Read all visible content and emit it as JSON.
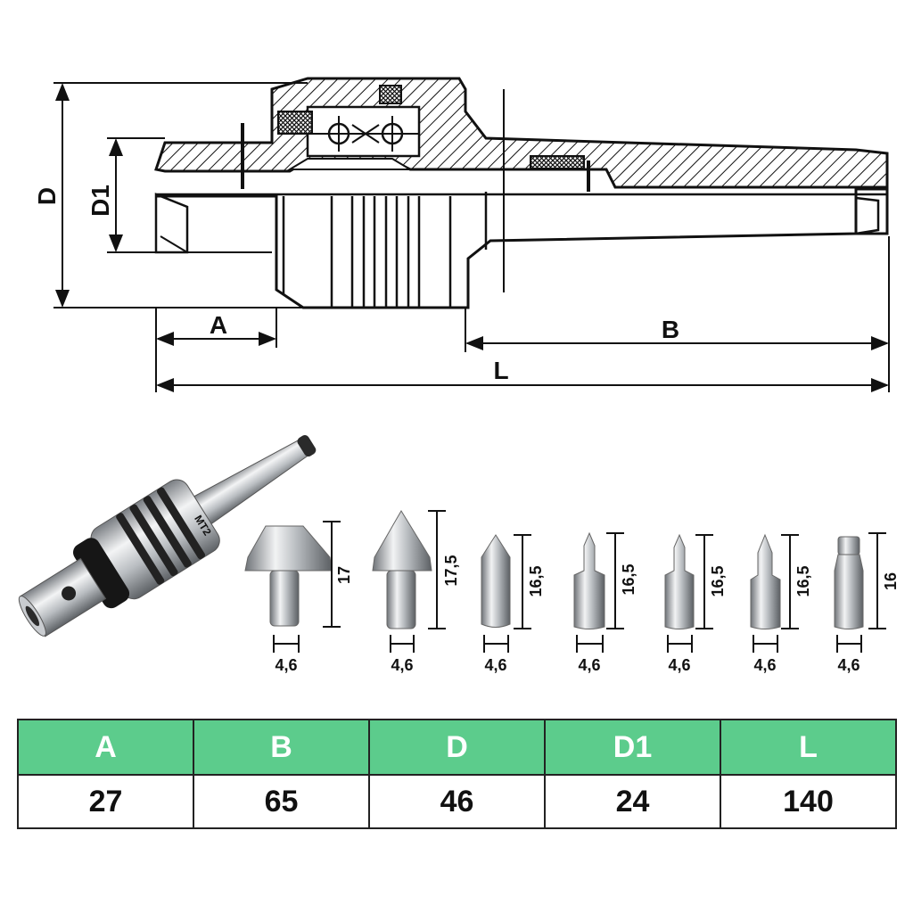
{
  "drawing": {
    "dimensions": {
      "D": "D",
      "D1": "D1",
      "A": "A",
      "B": "B",
      "L": "L"
    }
  },
  "product": {
    "taper_mark": "MT2"
  },
  "tips": [
    {
      "height": "17",
      "width": "4,6"
    },
    {
      "height": "17,5",
      "width": "4,6"
    },
    {
      "height": "16,5",
      "width": "4,6"
    },
    {
      "height": "16,5",
      "width": "4,6"
    },
    {
      "height": "16,5",
      "width": "4,6"
    },
    {
      "height": "16,5",
      "width": "4,6"
    },
    {
      "height": "16",
      "width": "4,6"
    }
  ],
  "spec_table": {
    "headers": [
      "A",
      "B",
      "D",
      "D1",
      "L"
    ],
    "values": [
      "27",
      "65",
      "46",
      "24",
      "140"
    ]
  },
  "colors": {
    "header_bg": "#5ccc8c",
    "header_text": "#ffffff",
    "line": "#111111"
  }
}
